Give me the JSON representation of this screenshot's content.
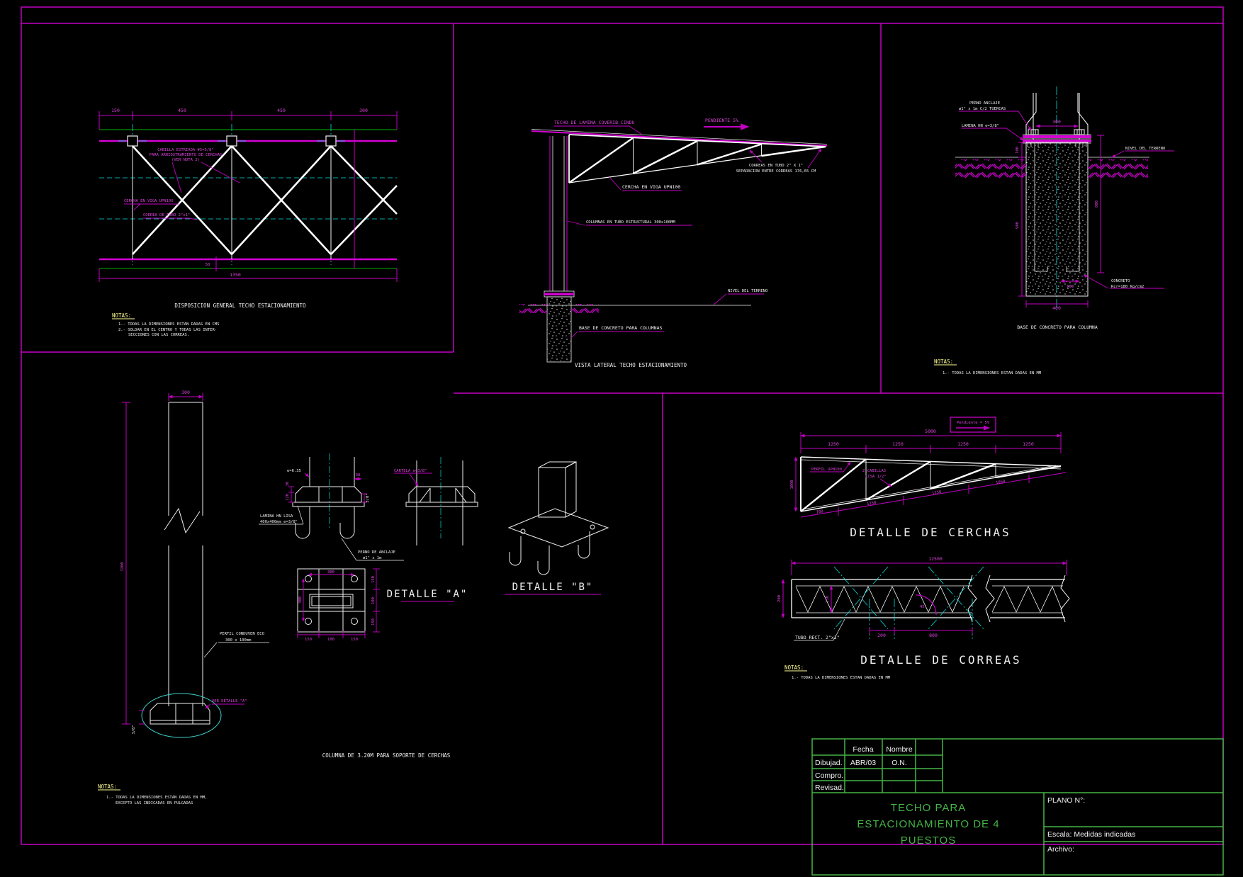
{
  "colors": {
    "background": "#000000",
    "magenta_lines": "#c400c4",
    "white_lines": "#f0f0f0",
    "green_lines": "#00b400",
    "green_text": "#46b446",
    "yellow_notes": "#ffff96",
    "cyan_centerlines": "#00dede"
  },
  "plan_general": {
    "title": "DISPOSICION  GENERAL  TECHO  ESTACIONAMIENTO",
    "dims_top": [
      "150",
      "450",
      "450",
      "300"
    ],
    "dim_total": "1350",
    "dim_small": "50",
    "label_cabilla_l1": "CABILLA ESTRIADA #5=5/8\"",
    "label_cabilla_l2": "PARA ARRIOSTRAMIENTO DE CERCHAS",
    "label_cabilla_l3": "(VER NOTA 2)",
    "label_cercha": "CERCHA EN VIGA UPN100",
    "label_correa": "CORREA DE TUBO 2\"x1\"",
    "notas_title": "NOTAS:",
    "notas": [
      "1.-  TODAS LA DIMENSIONES ESTAN DADAS EN CMS",
      "2.-  SOLDAR EN EL CENTRO Y TODAS LAS INTER-",
      "SECCIONES CON LAS CORREAS."
    ]
  },
  "vista_lateral": {
    "title": "VISTA LATERAL TECHO ESTACIONAMIENTO",
    "label_techo": "TECHO DE LAMINA COVERIB CINDU",
    "label_pendiente": "PENDIENTE 5%",
    "label_correas_l1": "CORREAS EN TUBO 2\" X 1\"",
    "label_correas_l2": "SEPARACION ENTRE CORREAS 176,65 CM",
    "label_cercha": "CERCHA EN VIGA UPN100",
    "label_columnas": "COLUMNAS EN TUBO ESTRUCTURAL 300x100MM",
    "label_nivel": "NIVEL DEL TERRENO",
    "label_base": "BASE DE CONCRETO PARA COLUMNAS"
  },
  "base_columna": {
    "title": "BASE DE CONCRETO PARA COLUMNA",
    "label_perno_l1": "PERNO ANCLAJE",
    "label_perno_l2": "ø1\" x 1m C/2 TUERCAS",
    "label_lamina": "LAMINA HN e=3/8\"",
    "label_nivel": "NIVEL DEL TERRENO",
    "label_concreto_l1": "CONCRETO",
    "label_concreto_l2": "Rcr=180 Kg/cm2",
    "dim_300": "300",
    "dim_100": "100",
    "dim_900": "900",
    "dim_800": "800",
    "dim_100b": "100",
    "dim_400": "400",
    "notas_title": "NOTAS:",
    "nota1": "1.-  TODAS LA DIMENSIONES ESTAN DADAS EN MM"
  },
  "columna": {
    "title": "COLUMNA DE 3.20M PARA SOPORTE DE CERCHAS",
    "dim_300": "300",
    "dim_3200": "3200",
    "dim_38": "3/8\"",
    "label_perfil_l1": "PERFIL CONDUVEN ECO",
    "label_perfil_l2": "300 x 100mm",
    "label_ver_detalle": "VER DETALLE \"A\"",
    "notas_title": "NOTAS:",
    "nota1": "1.-  TODAS LA DIMENSIONES ESTAN DADAS EN MM,",
    "nota2": "EXCEPTO LAS INDICADAS EN PULGADAS"
  },
  "detalle_a": {
    "title": "DETALLE  \"A\"",
    "label_e635": "e=6.35",
    "dim_30_top": "30",
    "dim_30_left": "30",
    "dim_120": "120",
    "dim_38_right": "3/8\"",
    "label_lamina_l1": "LAMINA HN LISA",
    "label_lamina_l2": "400x400mm e=3/8\"",
    "label_perno_l1": "PERNO DE ANCLAJE",
    "label_perno_l2": "ø1\" x 1m",
    "label_cartela": "CARTELA e=3/8\"",
    "plan_dim_300_top": "300",
    "plan_dim_300_left": "300",
    "plan_dims_right": [
      "150",
      "100",
      "150"
    ],
    "plan_dims_bottom": [
      "150",
      "100",
      "150"
    ]
  },
  "detalle_b": {
    "title": "DETALLE  \"B\""
  },
  "cerchas": {
    "title": "DETALLE  DE  CERCHAS",
    "pendiente_box": "Pendiente = 5%",
    "dim_5000": "5000",
    "dims_top": [
      "1250",
      "1250",
      "1250",
      "1250"
    ],
    "dim_1000": "1000",
    "dims_bottom": [
      "700",
      "1250",
      "1250",
      "1050"
    ],
    "label_perfil": "PERFIL UPN100",
    "label_cabillas_l1": "2 CABILLAS",
    "label_cabillas_l2": "LISA 1/2\""
  },
  "correas": {
    "title": "DETALLE  DE  CORREAS",
    "dim_12500": "12500",
    "dim_200_left": "200",
    "dim_150": "150",
    "dim_45": "45°",
    "dim_200_bottom": "200",
    "dim_800": "800",
    "label_tubo": "TUBO RECT. 2\"x1\"",
    "notas_title": "NOTAS:",
    "nota1": "1.-  TODAS LA DIMENSIONES ESTAN DADAS EN MM"
  },
  "titleblock": {
    "headers": {
      "fecha": "Fecha",
      "nombre": "Nombre"
    },
    "rows": {
      "dibujad": {
        "label": "Dibujad.",
        "fecha": "ABR/03",
        "nombre": "O.N."
      },
      "compro": {
        "label": "Compro."
      },
      "revisad": {
        "label": "Revisad."
      }
    },
    "title_l1": "TECHO  PARA",
    "title_l2": "ESTACIONAMIENTO  DE  4",
    "title_l3": "PUESTOS",
    "plano": "PLANO N°:",
    "escala": "Escala:  Medidas  indicadas",
    "archivo": "Archivo:"
  }
}
